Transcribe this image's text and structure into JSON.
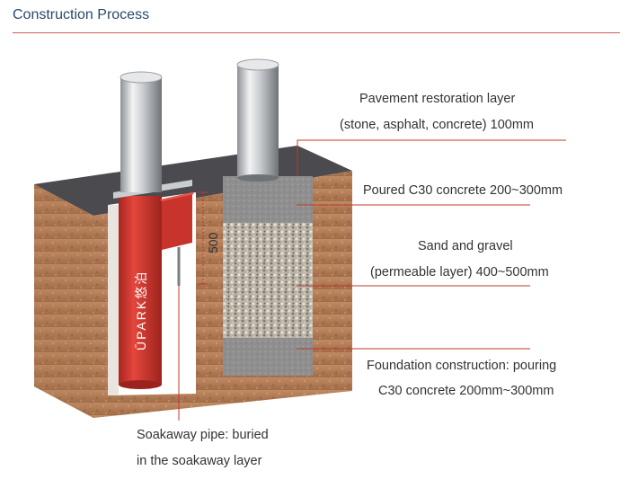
{
  "header": {
    "title": "Construction Process"
  },
  "diagram": {
    "dimension_label": "500",
    "bollard_brand": "ŪPARK悠泊",
    "labels": {
      "pavement_1": "Pavement restoration layer",
      "pavement_2": "(stone, asphalt, concrete) 100mm",
      "poured": "Poured C30 concrete 200~300mm",
      "sand_1": "Sand and gravel",
      "sand_2": "(permeable layer) 400~500mm",
      "foundation_1": "Foundation construction: pouring",
      "foundation_2": "C30 concrete 200mm~300mm",
      "soakaway_1": "Soakaway pipe: buried",
      "soakaway_2": "in the soakaway layer"
    },
    "colors": {
      "leader_line": "#c0392b",
      "bollard_red": "#d93a32",
      "soil": "#b07a55",
      "concrete": "#8d8d8d",
      "asphalt": "#4a4a4f",
      "steel": "#c9ccd0"
    }
  }
}
